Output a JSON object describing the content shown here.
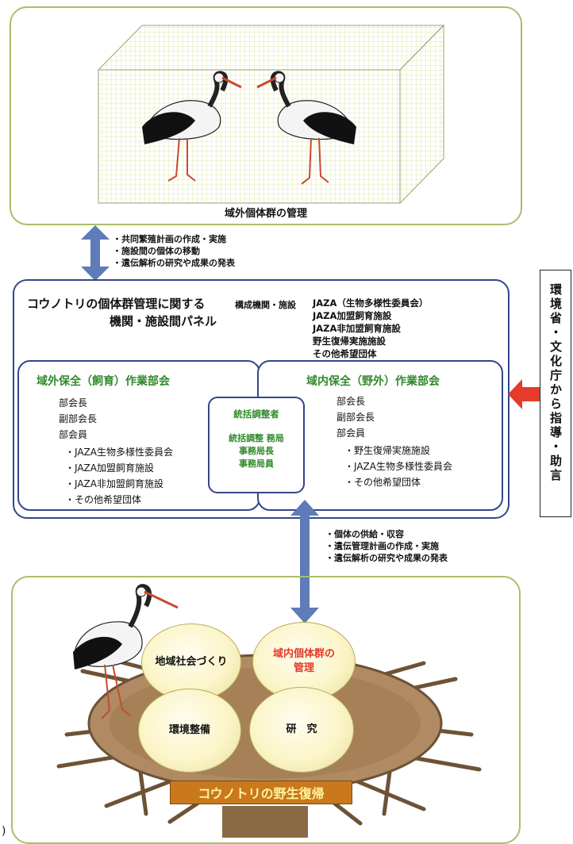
{
  "colors": {
    "green_border": "#a8bf6a",
    "navy_border": "#33468a",
    "green_text": "#2f8a2a",
    "red_text": "#e23a2a",
    "arrow_blue": "#5f7bb8",
    "arrow_red": "#e43b2b",
    "nest_brown": "#8a6a44",
    "banner_orange": "#c9791c"
  },
  "top": {
    "label": "域外個体群の管理"
  },
  "arrow_top_notes": [
    "・共同繁殖計画の作成・実施",
    "・施設間の個体の移動",
    "・遺伝解析の研究や成果の発表"
  ],
  "panel": {
    "title_line1": "コウノトリの個体群管理に関する",
    "title_line2": "機関・施設間パネル",
    "members_label": "構成機関・施設",
    "members": [
      "JAZA（生物多様性委員会）",
      "JAZA加盟飼育施設",
      "JAZA非加盟飼育施設",
      "野生復帰実施施設",
      "その他希望団体"
    ]
  },
  "ex_situ": {
    "title": "域外保全（飼育）作業部会",
    "roles": [
      "部会長",
      "副部会長",
      "部会員"
    ],
    "members": [
      "・JAZA生物多様性委員会",
      "・JAZA加盟飼育施設",
      "・JAZA非加盟飼育施設",
      "・その他希望団体"
    ]
  },
  "center": {
    "title": "統括調整者",
    "office_label": "統括調整 務局",
    "lines": [
      "事務局長",
      "事務局員"
    ]
  },
  "in_situ": {
    "title": "域内保全（野外）作業部会",
    "roles": [
      "部会長",
      "副部会長",
      "部会員"
    ],
    "members": [
      "・野生復帰実施施設",
      "・JAZA生物多様性委員会",
      "・その他希望団体"
    ]
  },
  "side_box": {
    "text": "環境省・文化庁から指導・助言"
  },
  "arrow_bottom_notes": [
    "・個体の供給・収容",
    "・遺伝管理計画の作成・実施",
    "・遺伝解析の研究や成果の発表"
  ],
  "eggs": {
    "top_left": "地域社会づくり",
    "top_right_line1": "域内個体群の",
    "top_right_line2": "管理",
    "bottom_left": "環境整備",
    "bottom_right": "研　究"
  },
  "banner": {
    "text": "コウノトリの野生復帰"
  },
  "corner_glyph": ")"
}
